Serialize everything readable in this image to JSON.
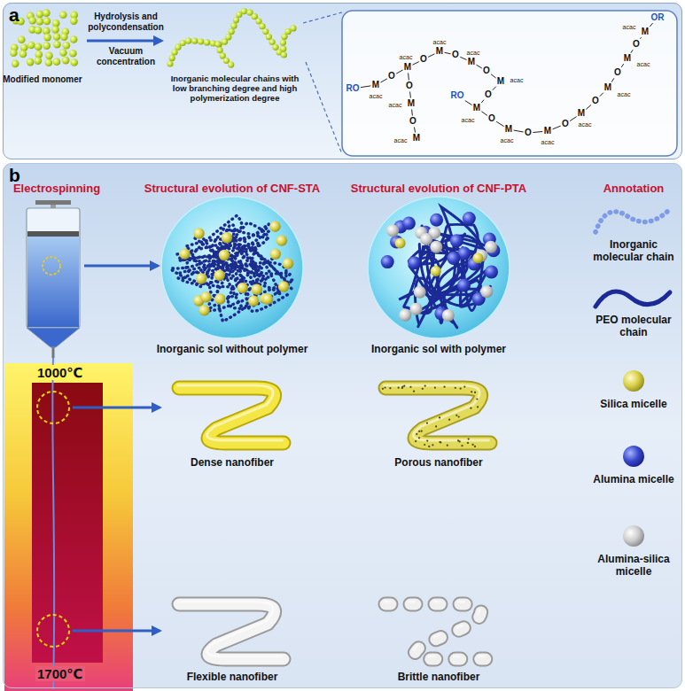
{
  "diagram": {
    "nodes": [
      {
        "text": [
          "a"
        ]
      },
      {
        "text": [
          "b"
        ]
      }
    ],
    "labels": [
      "Modified monomer",
      "Hydrolysis and polycondensation",
      "Vacuum concentration",
      "Inorganic molecular chains with low branching degree and high polymerization degree",
      "Electrospinning",
      "Structural evolution of CNF-STA",
      "Structural evolution of CNF-PTA",
      "Annotation",
      "Inorganic sol without polymer",
      "Inorganic sol with polymer",
      "1000℃",
      "1700℃",
      "Dense nanofiber",
      "Porous nanofiber",
      "Flexible nanofiber",
      "Brittle nanofiber",
      "RO",
      "M",
      "O",
      "M",
      "O",
      "M",
      "O",
      "M",
      "O",
      "M",
      "O",
      "M",
      "O",
      "M",
      "RO",
      "M",
      "O",
      "M",
      "O",
      "M",
      "O",
      "M",
      "O",
      "M",
      "O",
      "M",
      "O",
      "M",
      "OR",
      "O",
      "acac",
      "acac",
      "acac",
      "acac",
      "acac",
      "acac",
      "acac",
      "acac",
      "acac",
      "acac",
      "acac",
      "acac",
      "acac",
      "acac"
    ],
    "legend": [
      {
        "text": "Inorganic molecular chain"
      },
      {
        "text": "PEO molecular chain"
      },
      {
        "text": "Silica micelle"
      },
      {
        "text": "Alumina micelle"
      },
      {
        "text": "Alumina-silica micelle"
      }
    ]
  }
}
